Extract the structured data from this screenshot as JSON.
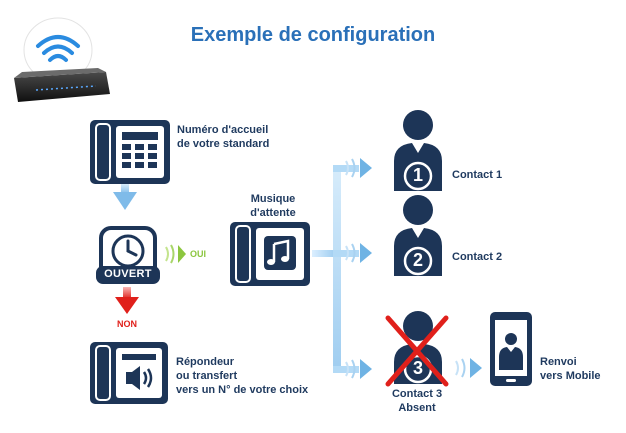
{
  "title": "Exemple  de configuration",
  "nodes": {
    "accueil": "Numéro d'accueil de votre standard",
    "accueil_l1": "Numéro d'accueil",
    "accueil_l2": "de votre standard",
    "musique_l1": "Musique",
    "musique_l2": "d'attente",
    "ouvert": "OUVERT",
    "oui": "OUI",
    "non": "NON",
    "repondeur_l1": "Répondeur",
    "repondeur_l2": "ou transfert",
    "repondeur_l3": "vers un N° de votre choix",
    "contact1": "Contact 1",
    "contact2": "Contact 2",
    "contact3_l1": "Contact 3",
    "contact3_l2": "Absent",
    "renvoi_l1": "Renvoi",
    "renvoi_l2": "vers Mobile"
  },
  "badges": [
    "1",
    "2",
    "3"
  ],
  "icons": [
    "wifi-router-icon",
    "desk-phone-icon",
    "clock-icon",
    "music-phone-icon",
    "speaker-phone-icon",
    "person-icon",
    "mobile-phone-icon",
    "red-cross-icon"
  ],
  "colors": {
    "title": "#2a70b8",
    "navy": "#1d3557",
    "text": "#1f3a5f",
    "light_blue": "#a8d4f2",
    "arrow_blue": "#6fb3e4",
    "green": "#8cc63f",
    "red": "#e0201b"
  }
}
